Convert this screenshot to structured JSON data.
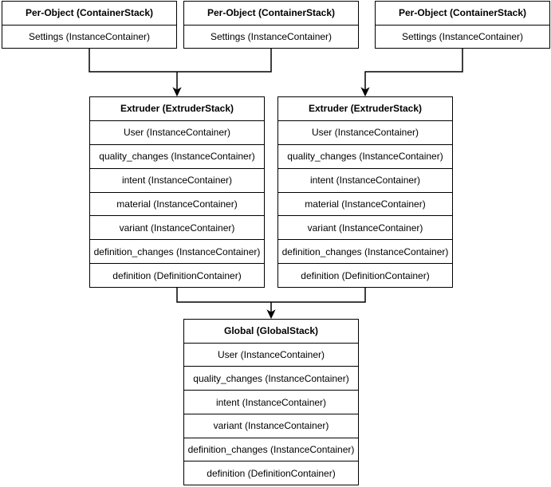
{
  "colors": {
    "background": "#ffffff",
    "stroke": "#000000",
    "text": "#000000",
    "box_fill": "#ffffff"
  },
  "boxes": {
    "per_object_1": {
      "title": "Per-Object (ContainerStack)",
      "rows": [
        "Settings (InstanceContainer)"
      ]
    },
    "per_object_2": {
      "title": "Per-Object (ContainerStack)",
      "rows": [
        "Settings (InstanceContainer)"
      ]
    },
    "per_object_3": {
      "title": "Per-Object (ContainerStack)",
      "rows": [
        "Settings (InstanceContainer)"
      ]
    },
    "extruder_left": {
      "title": "Extruder (ExtruderStack)",
      "rows": [
        "User (InstanceContainer)",
        "quality_changes (InstanceContainer)",
        "intent (InstanceContainer)",
        "material (InstanceContainer)",
        "variant (InstanceContainer)",
        "definition_changes (InstanceContainer)",
        "definition (DefinitionContainer)"
      ]
    },
    "extruder_right": {
      "title": "Extruder (ExtruderStack)",
      "rows": [
        "User (InstanceContainer)",
        "quality_changes (InstanceContainer)",
        "intent (InstanceContainer)",
        "material (InstanceContainer)",
        "variant (InstanceContainer)",
        "definition_changes (InstanceContainer)",
        "definition (DefinitionContainer)"
      ]
    },
    "global": {
      "title": "Global (GlobalStack)",
      "rows": [
        "User (InstanceContainer)",
        "quality_changes (InstanceContainer)",
        "intent (InstanceContainer)",
        "variant (InstanceContainer)",
        "definition_changes (InstanceContainer)",
        "definition (DefinitionContainer)"
      ]
    }
  }
}
